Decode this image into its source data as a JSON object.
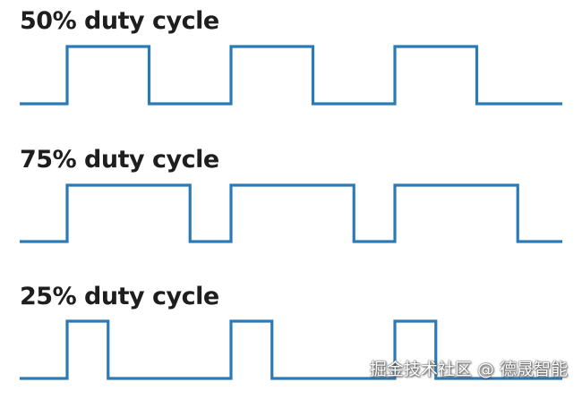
{
  "diagrams": [
    {
      "title": "50% duty cycle",
      "duty": 0.5
    },
    {
      "title": "75% duty cycle",
      "duty": 0.75
    },
    {
      "title": "25% duty cycle",
      "duty": 0.25
    }
  ],
  "watermark": "掘金技术社区 @ 德晟智能",
  "colors": {
    "wave": "#2a7ab8",
    "text": "#1e1e1e"
  }
}
